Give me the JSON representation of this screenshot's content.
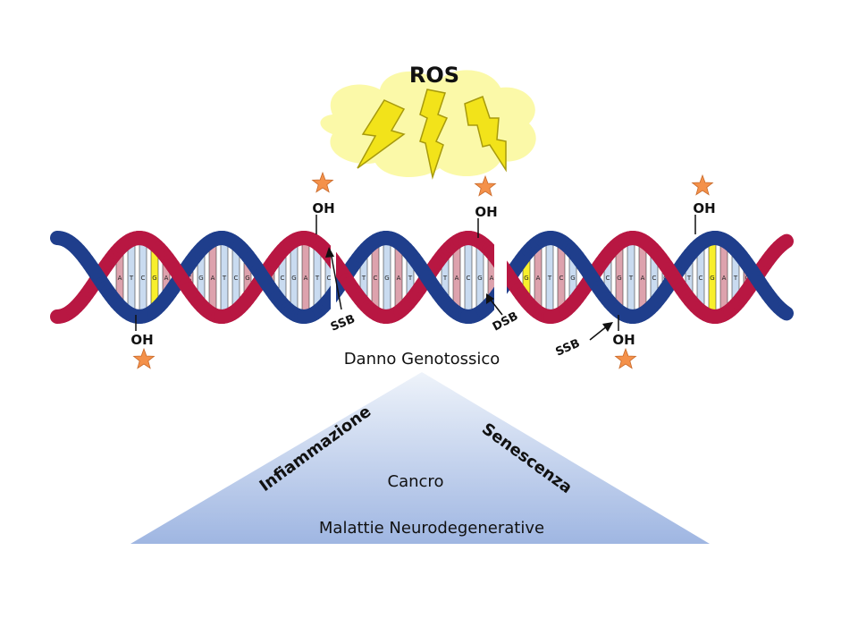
{
  "title": "ROS",
  "colors": {
    "strand_red": "#b81742",
    "strand_blue": "#1f3e8c",
    "cloud": "#fbf9a8",
    "bolt": "#f2e31a",
    "bolt_dark": "#a79a0c",
    "star": "#f4914a",
    "rung_light": "#c9dbf0",
    "rung_pink": "#dda2ad",
    "rung_yellow": "#f8ef2c",
    "pyramid_top": "#eef3fa",
    "pyramid_bottom": "#9fb6e2"
  },
  "oh_label": "OH",
  "bases": [
    {
      "l": "A",
      "c": "rung_pink"
    },
    {
      "l": "T",
      "c": "rung_light"
    },
    {
      "l": "C",
      "c": "rung_light"
    },
    {
      "l": "G",
      "c": "rung_yellow"
    },
    {
      "l": "A",
      "c": "rung_pink"
    },
    {
      "l": "T",
      "c": "rung_light"
    },
    {
      "l": "C",
      "c": "rung_pink"
    },
    {
      "l": "G",
      "c": "rung_light"
    },
    {
      "l": "A",
      "c": "rung_pink"
    },
    {
      "l": "T",
      "c": "rung_light"
    },
    {
      "l": "C",
      "c": "rung_light"
    },
    {
      "l": "G",
      "c": "rung_pink"
    },
    {
      "l": "T",
      "c": "rung_light"
    },
    {
      "l": "A",
      "c": "rung_pink"
    },
    {
      "l": "C",
      "c": "rung_light"
    },
    {
      "l": "G",
      "c": "rung_light"
    }
  ],
  "break_labels": {
    "ssb_1": "SSB",
    "dsb": "DSB",
    "ssb_2": "SSB"
  },
  "damage_label": "Danno Genotossico",
  "pyramid": {
    "left": "Infiammazione",
    "right": "Senescenza",
    "center": "Cancro",
    "base": "Malattie Neurodegenerative"
  }
}
